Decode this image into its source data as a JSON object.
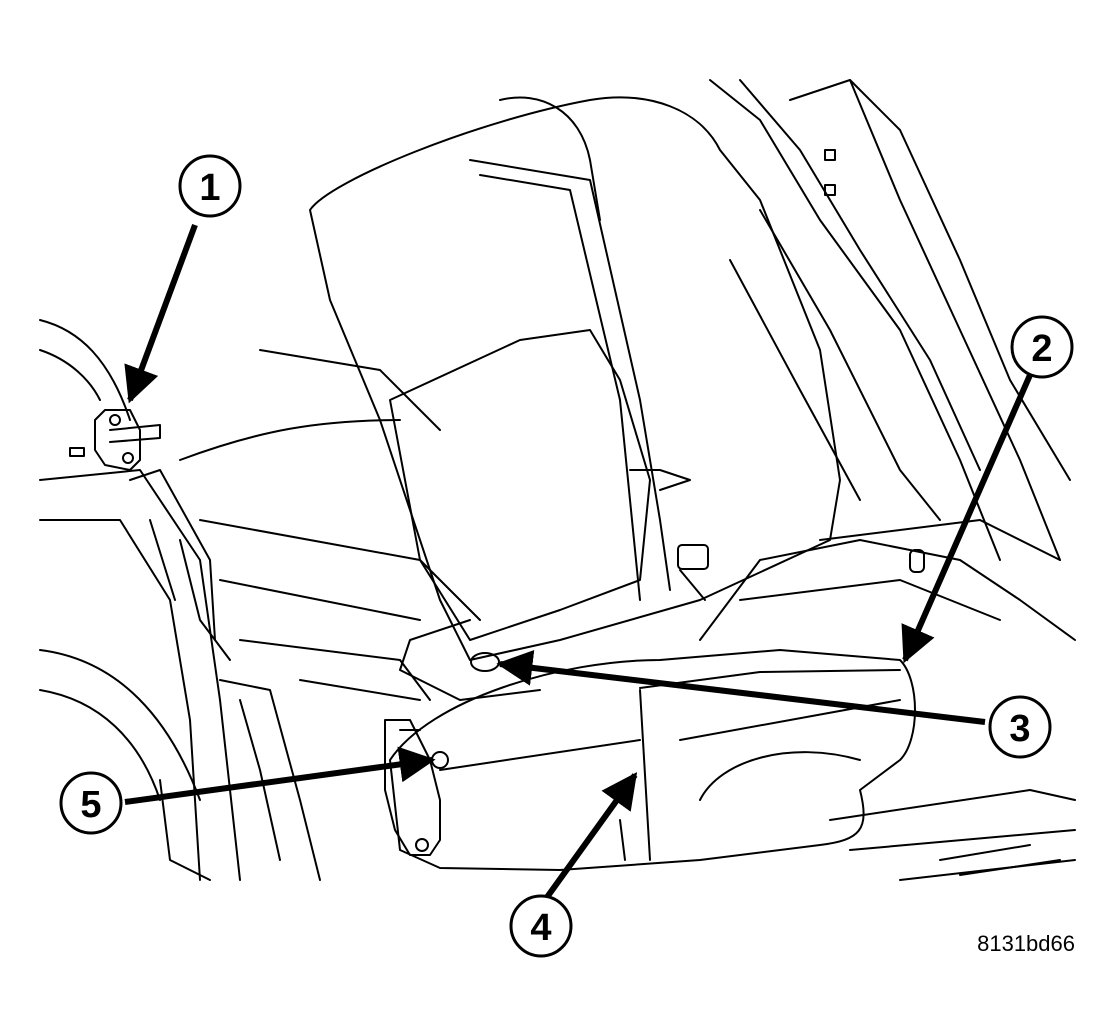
{
  "figure": {
    "reference_code": "8131bd66",
    "line_color": "#000000",
    "background_color": "#ffffff"
  },
  "callouts": [
    {
      "number": "1"
    },
    {
      "number": "2"
    },
    {
      "number": "3"
    },
    {
      "number": "4"
    },
    {
      "number": "5"
    }
  ]
}
